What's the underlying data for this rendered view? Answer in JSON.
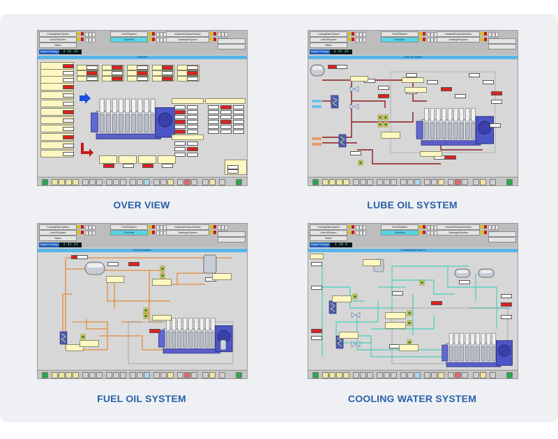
{
  "window": {
    "nav_buttons": [
      "CoolingWaterSystem",
      "FuelOilSystem",
      "IntakeAirExhaustGasSys",
      "LubeOilSystem",
      "OverView",
      "StartingAirSystem",
      "Status"
    ]
  },
  "panels": [
    {
      "caption": "OVER VIEW",
      "title": "Overview",
      "running_label": "Engine Running Hour",
      "running_value": "3 22 33"
    },
    {
      "caption": "LUBE OIL SYSTEM",
      "title": "Lube Oil System",
      "running_label": "Engine Running Hour",
      "running_value": "3 22 33"
    },
    {
      "caption": "FUEL OIL SYSTEM",
      "title": "Fuel Oil System",
      "running_label": "Engine Running Hour",
      "running_value": "3 31 23"
    },
    {
      "caption": "COOLING WATER SYSTEM",
      "title": "Cooling Water System",
      "running_label": "Engine Running Hour",
      "running_value": "1 28 6"
    }
  ],
  "colors": {
    "card": "#eef0f3",
    "caption_blue": "#2a5fa8",
    "title_strip": "#57b5e8",
    "active_tab": "#57d6e6",
    "lube_pipe": "#8b1a1a",
    "fuel_pipe": "#e38a3a",
    "cooling_pipe": "#46d0b8",
    "engine": "#4c55c8"
  },
  "icons": [
    "engine-icon",
    "pump-icon",
    "valve-icon",
    "tank-icon",
    "cooler-icon",
    "play-icon",
    "toolbar-icon"
  ]
}
